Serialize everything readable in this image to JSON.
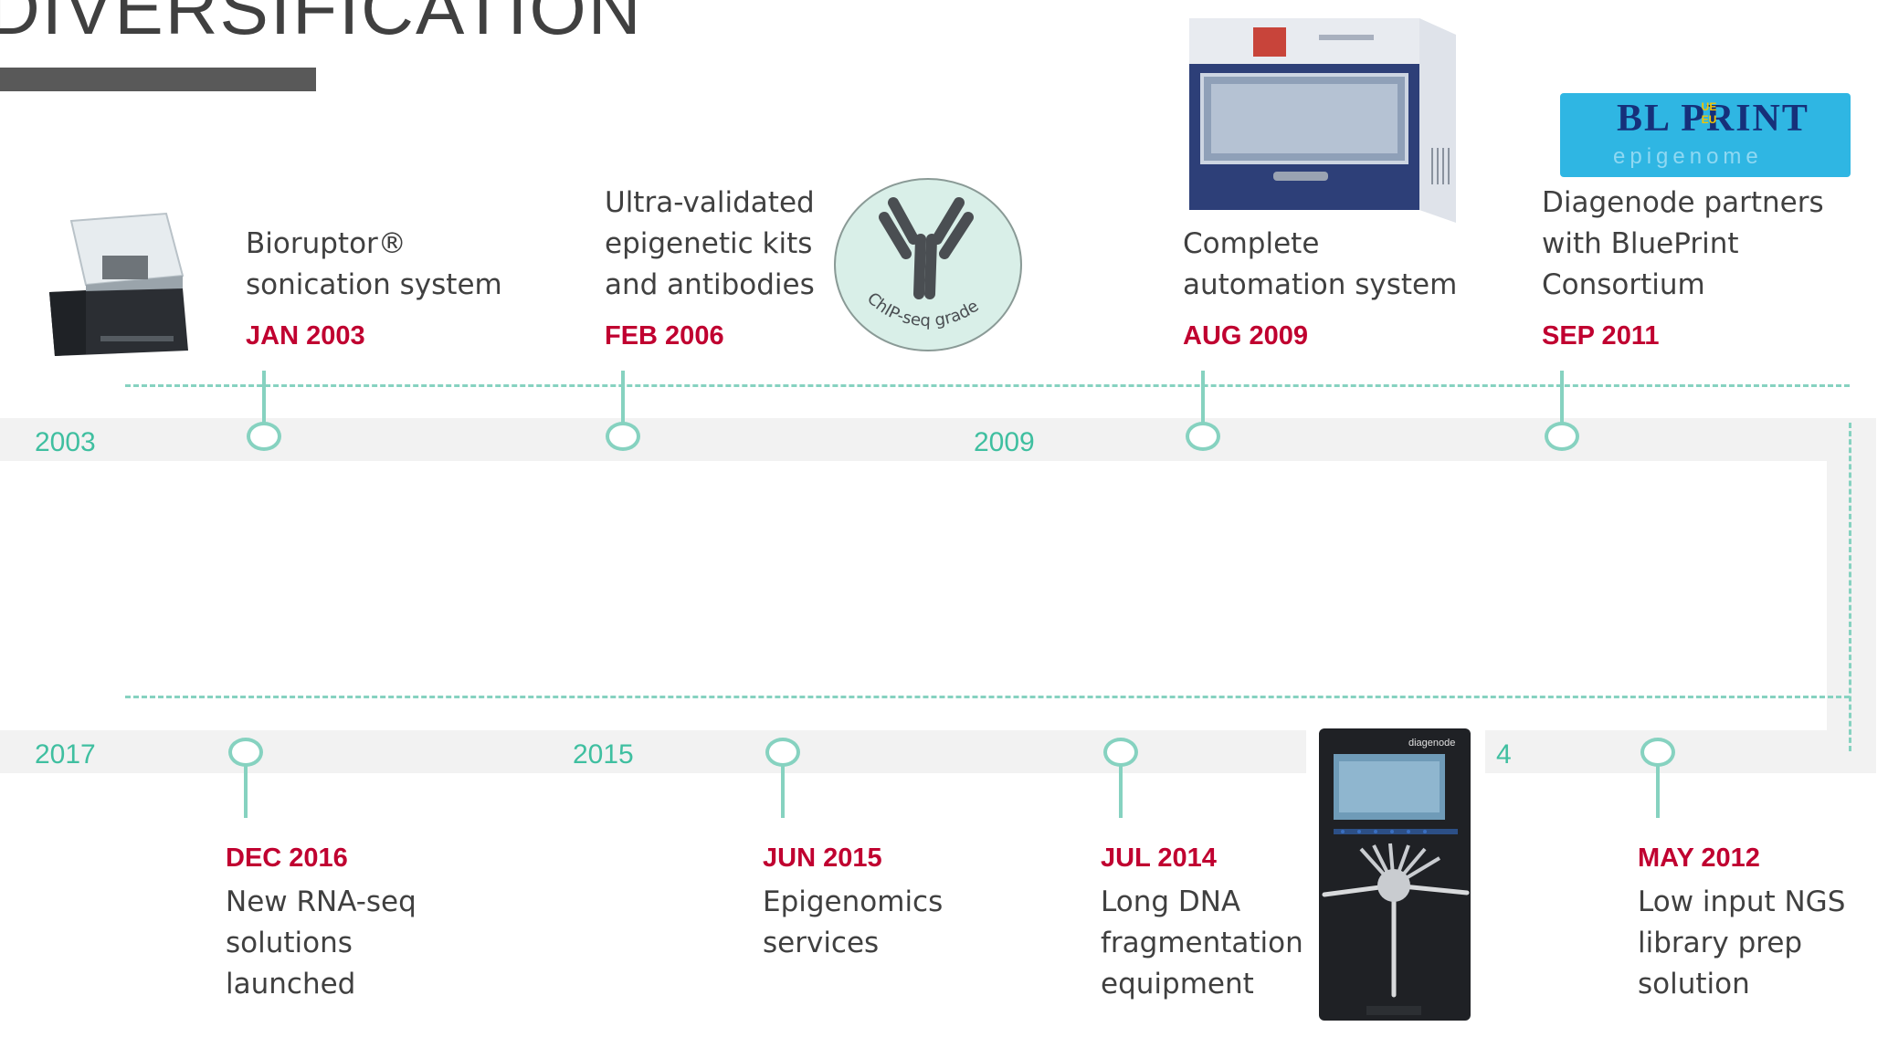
{
  "title": "DIVERSIFICATION",
  "years": {
    "top_left": "2003",
    "top_mid": "2009",
    "bottom_left": "2017",
    "bottom_mid": "2015",
    "bottom_right_partial": "4"
  },
  "milestones_top": [
    {
      "date": "JAN 2003",
      "lines": [
        "Bioruptor®",
        "sonication system"
      ],
      "image": "bioruptor-device-image"
    },
    {
      "date": "FEB 2006",
      "lines": [
        "Ultra-validated",
        "epigenetic kits",
        "and antibodies"
      ],
      "image": "antibody-chipseq-badge",
      "badge_text": "ChIP-seq grade"
    },
    {
      "date": "AUG 2009",
      "lines": [
        "Complete",
        "automation system"
      ],
      "image": "automation-system-image"
    },
    {
      "date": "SEP 2011",
      "lines": [
        "Diagenode partners",
        "with BluePrint",
        "Consortium"
      ],
      "image": "blueprint-logo",
      "logo_text": "BL PRINT",
      "logo_sub": "epigenome",
      "logo_eu": "UE EU"
    }
  ],
  "milestones_bottom": [
    {
      "date": "DEC 2016",
      "lines": [
        "New RNA-seq",
        "solutions",
        "launched"
      ]
    },
    {
      "date": "JUN 2015",
      "lines": [
        "Epigenomics",
        "services"
      ]
    },
    {
      "date": "JUL 2014",
      "lines": [
        "Long DNA",
        "fragmentation",
        "equipment"
      ],
      "image": "fragmentation-device-image",
      "device_brand": "diagenode"
    },
    {
      "date": "MAY 2012",
      "lines": [
        "Low input NGS",
        "library prep",
        "solution"
      ]
    }
  ],
  "colors": {
    "accent": "#c00030",
    "teal": "#86d2c0",
    "year": "#3fbfa0",
    "text": "#404040"
  }
}
